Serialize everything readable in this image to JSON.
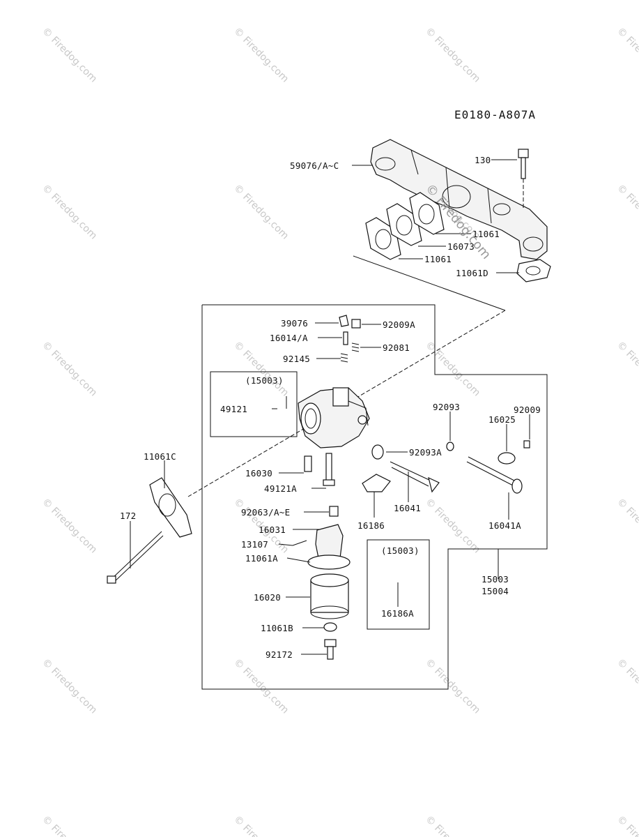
{
  "diagram_code": "E0180-A807A",
  "watermark": "© Firedog.com",
  "watermark_center": "© Firedog.com",
  "subassembly_label": "(15003)",
  "labels": {
    "p59076": "59076/A~C",
    "p130": "130",
    "p11061_top": "11061",
    "p16073": "16073",
    "p11061": "11061",
    "p11061D": "11061D",
    "p39076": "39076",
    "p92009A": "92009A",
    "p16014": "16014/A",
    "p92081": "92081",
    "p92145": "92145",
    "p49121": "49121",
    "p92093": "92093",
    "p92009": "92009",
    "p16025": "16025",
    "p92093A": "92093A",
    "p11061C": "11061C",
    "p16030": "16030",
    "p49121A": "49121A",
    "p16041": "16041",
    "p16186": "16186",
    "p16041A": "16041A",
    "p172": "172",
    "p92063": "92063/A~E",
    "p16031": "16031",
    "p13107": "13107",
    "p11061A": "11061A",
    "p16020": "16020",
    "p11061B": "11061B",
    "p92172": "92172",
    "p16186A": "16186A",
    "p15003": "15003",
    "p15004": "15004"
  }
}
